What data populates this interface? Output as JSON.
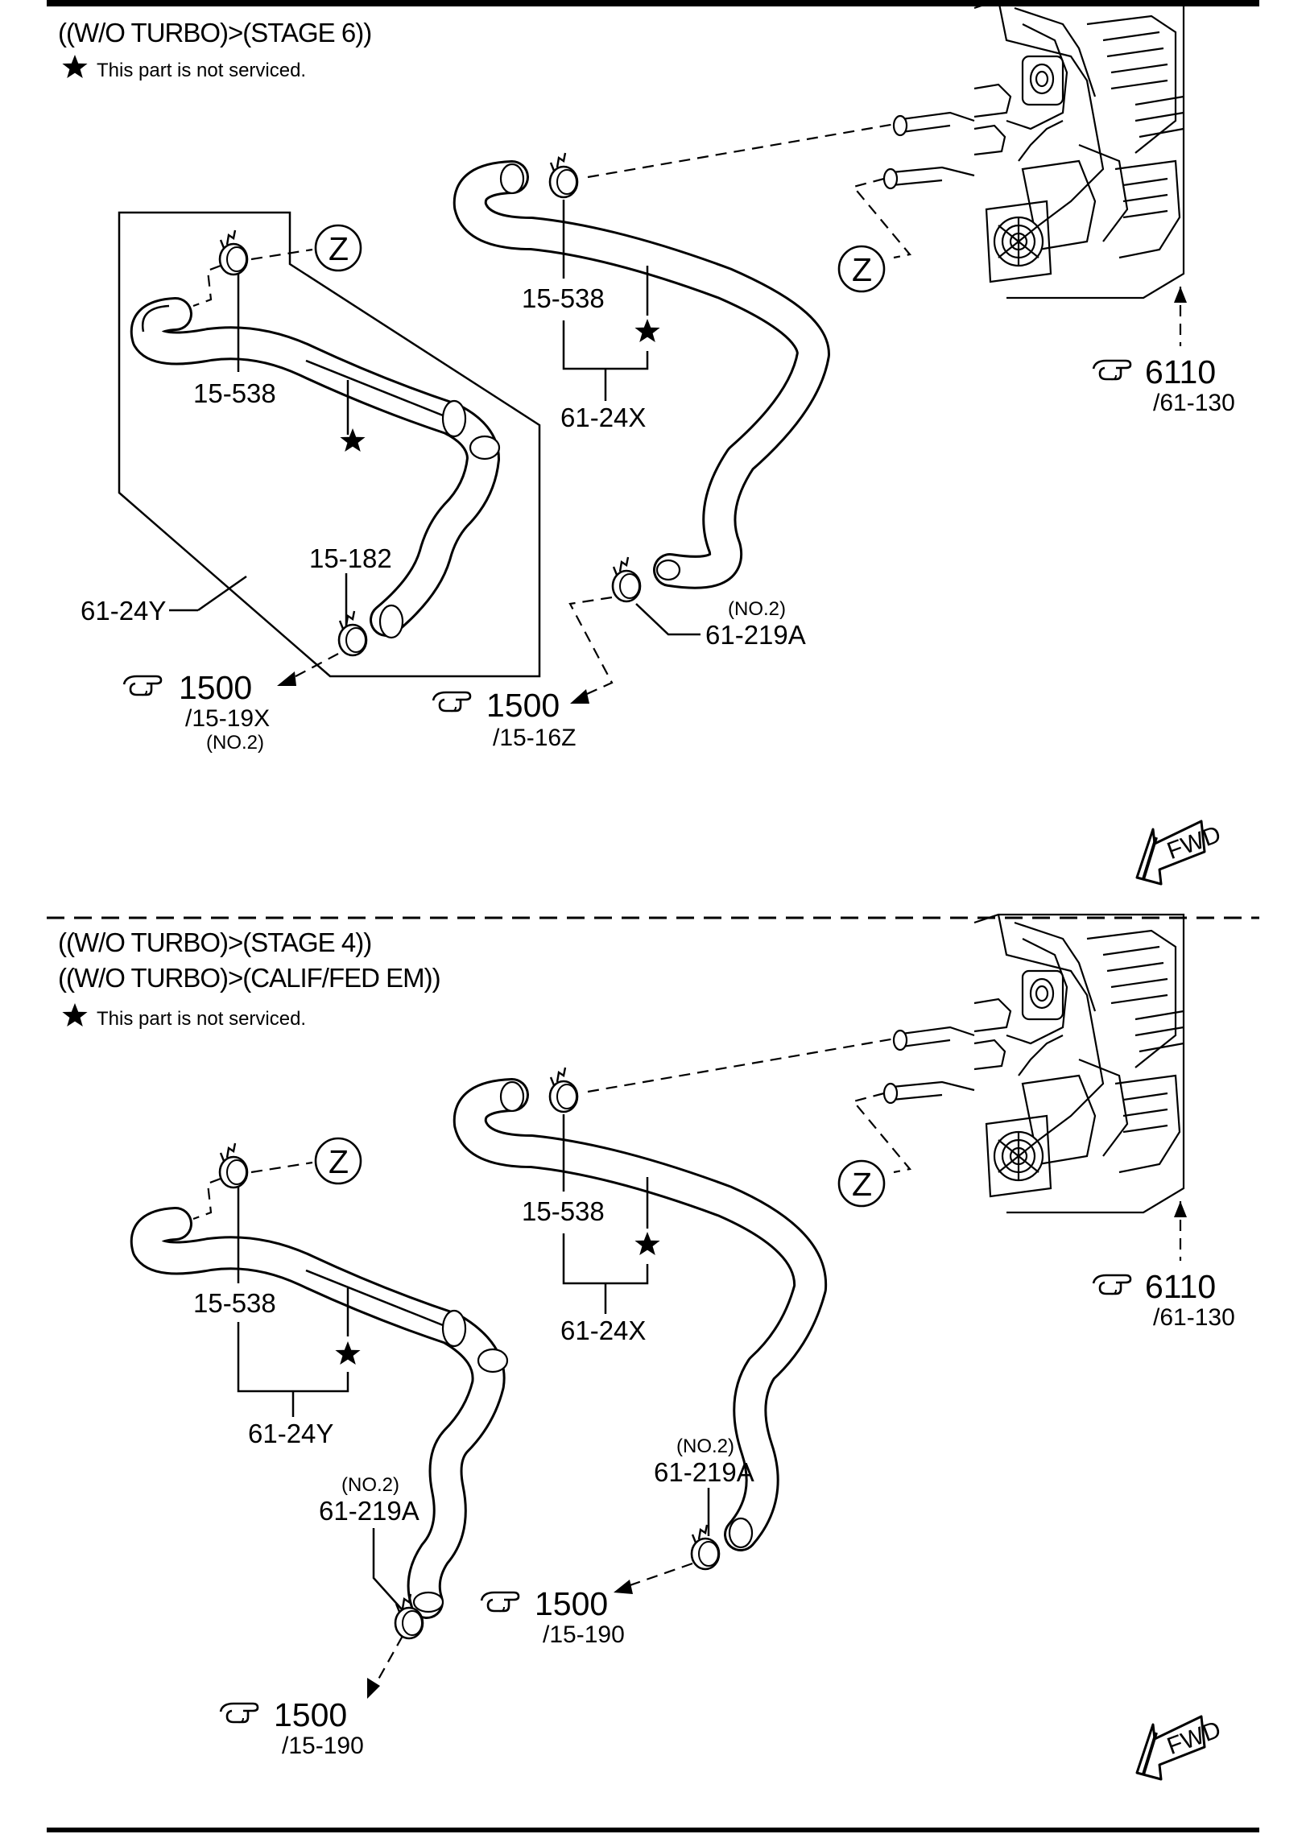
{
  "sections": [
    {
      "id": "upper",
      "header_lines": [
        "((W/O TURBO)>(STAGE 6))"
      ],
      "note": "This part is not serviced.",
      "callouts": {
        "z_mark": "Z",
        "clamp_left_top": "15-538",
        "clamp_left_bottom": "15-182",
        "hose_left": "61-24Y",
        "clamp_mid_top": "15-538",
        "hose_mid": "61-24X",
        "clamp_mid_bottom_note": "(NO.2)",
        "clamp_mid_bottom": "61-219A",
        "ref_left_fig": "1500",
        "ref_left_sub": "/15-19X",
        "ref_left_note": "(NO.2)",
        "ref_mid_fig": "1500",
        "ref_mid_sub": "/15-16Z",
        "ref_right_fig": "6110",
        "ref_right_sub": "/61-130",
        "fwd": "FWD"
      }
    },
    {
      "id": "lower",
      "header_lines": [
        "((W/O TURBO)>(STAGE 4))",
        "((W/O TURBO)>(CALIF/FED EM))"
      ],
      "note": "This part is not serviced.",
      "callouts": {
        "z_mark": "Z",
        "clamp_left_top": "15-538",
        "hose_left": "61-24Y",
        "clamp_left_bottom_note": "(NO.2)",
        "clamp_left_bottom": "61-219A",
        "clamp_mid_top": "15-538",
        "hose_mid": "61-24X",
        "clamp_mid_bottom_note": "(NO.2)",
        "clamp_mid_bottom": "61-219A",
        "ref_bottom_fig": "1500",
        "ref_bottom_sub": "/15-190",
        "ref_mid_fig": "1500",
        "ref_mid_sub": "/15-190",
        "ref_right_fig": "6110",
        "ref_right_sub": "/61-130",
        "fwd": "FWD"
      }
    }
  ]
}
